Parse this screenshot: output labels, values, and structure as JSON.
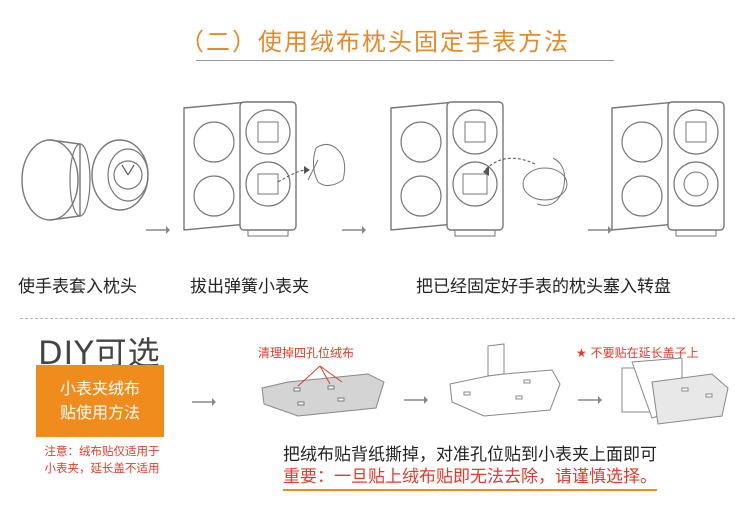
{
  "title": "（二）使用绒布枕头固定手表方法",
  "steps": [
    {
      "label": "使手表套入枕头"
    },
    {
      "label": "拔出弹簧小表夹"
    },
    {
      "label": "把已经固定好手表的枕头塞入转盘"
    }
  ],
  "diy": {
    "heading": "DIY可选",
    "box_line1": "小表夹绒布",
    "box_line2": "贴使用方法",
    "note_line1": "注意：绒布贴仅适用于",
    "note_line2": "小表夹，延长盖不适用"
  },
  "labels": {
    "clean": "清理掉四孔位绒布",
    "warning": "★ 不要贴在延长盖子上"
  },
  "instructions": {
    "line1": "把绒布贴背纸撕掉，对准孔位贴到小表夹上面即可",
    "line2": "重要：一旦贴上绒布贴即无法去除，请谨慎选择。"
  },
  "colors": {
    "accent": "#f08c1e",
    "warning": "#e23a2a"
  }
}
